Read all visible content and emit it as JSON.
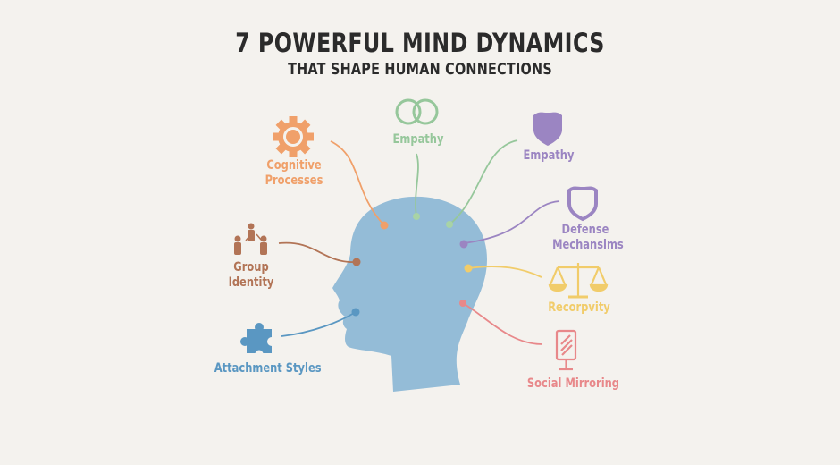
{
  "header": {
    "title": "7 POWERFUL MIND DYNAMICS",
    "subtitle": "THAT SHAPE HUMAN CONNECTIONS"
  },
  "nodes": [
    {
      "id": "cognitive",
      "label_line1": "Cognitive",
      "label_line2": "Processes",
      "icon": "gear-icon",
      "color": "#f0a06a"
    },
    {
      "id": "empathy-rings",
      "label_line1": "Empathy",
      "label_line2": "",
      "icon": "interlocking-rings-icon",
      "color": "#96c79b"
    },
    {
      "id": "empathy-shield",
      "label_line1": "Empathy",
      "label_line2": "",
      "icon": "shield-filled-icon",
      "color": "#9b85c2"
    },
    {
      "id": "defense",
      "label_line1": "Defense",
      "label_line2": "Mechansims",
      "icon": "shield-outline-icon",
      "color": "#9b85c2"
    },
    {
      "id": "group",
      "label_line1": "Group",
      "label_line2": "Identity",
      "icon": "people-network-icon",
      "color": "#b27456"
    },
    {
      "id": "reciprocity",
      "label_line1": "Recorpvity",
      "label_line2": "",
      "icon": "balance-scale-icon",
      "color": "#f1cc6a"
    },
    {
      "id": "attachment",
      "label_line1": "Attachment Styles",
      "label_line2": "",
      "icon": "puzzle-piece-icon",
      "color": "#5a97c2"
    },
    {
      "id": "mirroring",
      "label_line1": "Social Mirroring",
      "label_line2": "",
      "icon": "mirror-icon",
      "color": "#e8888a"
    }
  ],
  "head": {
    "color": "#94bcd7"
  },
  "background": "#f4f2ee"
}
